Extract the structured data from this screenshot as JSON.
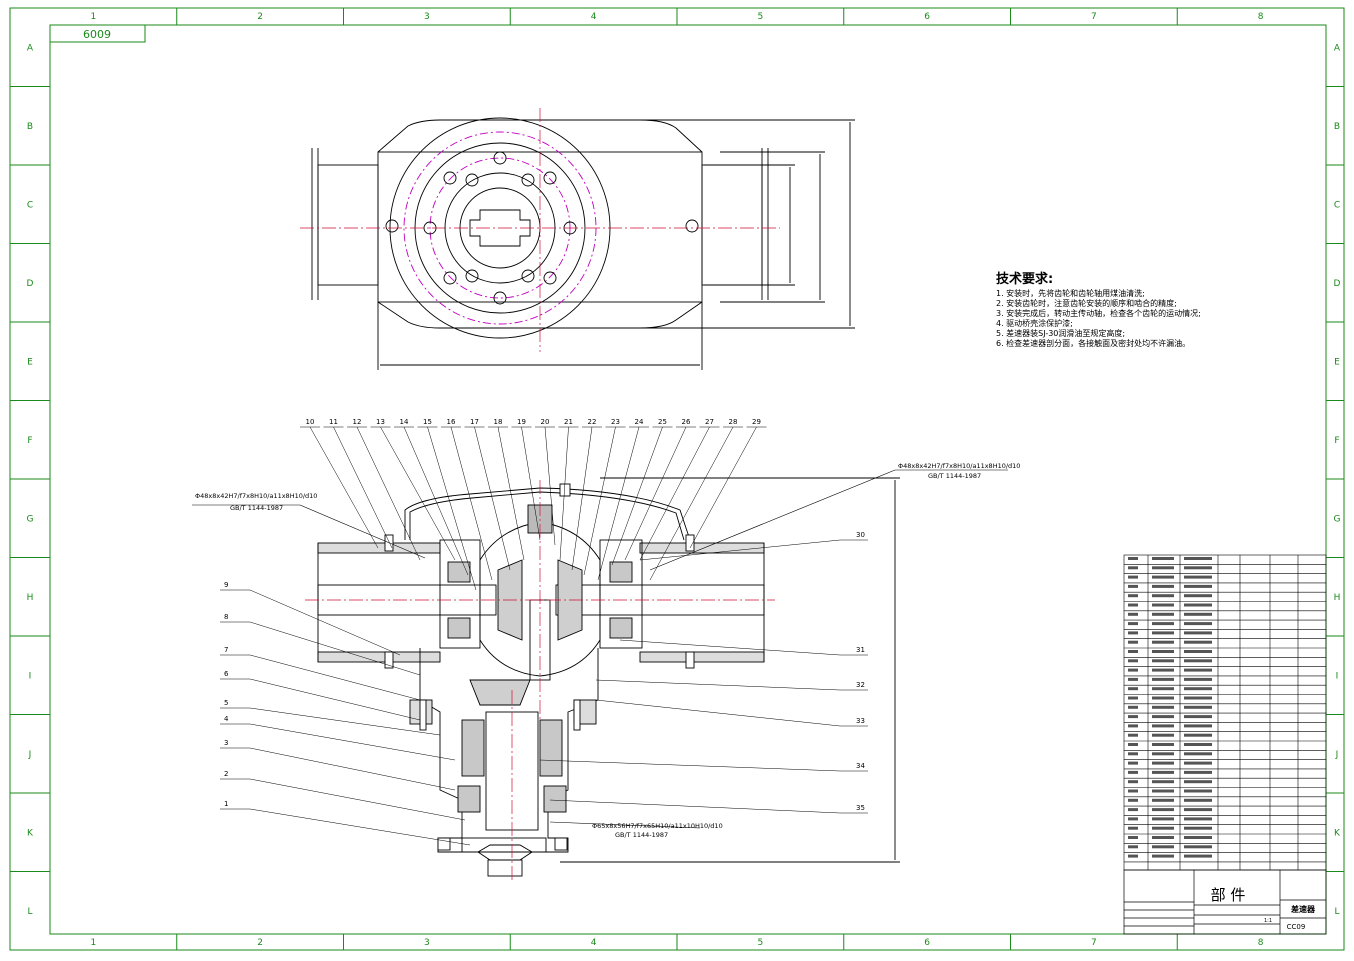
{
  "drawing_code": "6009",
  "grid": {
    "columns": [
      "1",
      "2",
      "3",
      "4",
      "5",
      "6",
      "7",
      "8"
    ],
    "rows": [
      "A",
      "B",
      "C",
      "D",
      "E",
      "F",
      "G",
      "H",
      "I",
      "J",
      "K",
      "L"
    ]
  },
  "tech": {
    "title": "技术要求:",
    "lines": [
      "1. 安装时，先将齿轮和齿轮轴用煤油清洗;",
      "2. 安装齿轮时，注意齿轮安装的顺序和啮合的精度;",
      "3. 安装完成后，转动主传动轴，检查各个齿轮的运动情况;",
      "4. 驱动桥壳涂保护漆;",
      "5. 差速器装SJ-30润滑油至规定高度;",
      "6. 检查差速器剖分面，各接触面及密封处均不许漏油。"
    ]
  },
  "callouts": {
    "top": [
      "10",
      "11",
      "12",
      "13",
      "14",
      "15",
      "16",
      "17",
      "18",
      "19",
      "20",
      "21",
      "22",
      "23",
      "24",
      "25",
      "26",
      "27",
      "28",
      "29"
    ],
    "left": [
      "9",
      "8",
      "7",
      "6",
      "5",
      "4",
      "3",
      "2",
      "1"
    ],
    "right": [
      "30",
      "31",
      "32",
      "33",
      "34",
      "35"
    ]
  },
  "spline_notes": {
    "left": [
      "Φ48x8x42H7/f7x8H10/a11x8H10/d10",
      "GB/T 1144-1987"
    ],
    "right": [
      "Φ48x8x42H7/f7x8H10/a11x8H10/d10",
      "GB/T 1144-1987"
    ],
    "bottom": [
      "Φ65x8x56H7/f7x65H10/a11x10H10/d10",
      "GB/T 1144-1987"
    ]
  },
  "title_block": {
    "category": "部 件",
    "part_name": "差速器",
    "part_code": "CC09",
    "scale": "1:1"
  },
  "colors": {
    "frame": "#1a8a1a",
    "line": "#000000",
    "centerline": "#d0103a",
    "hidden": "#c000c0"
  }
}
